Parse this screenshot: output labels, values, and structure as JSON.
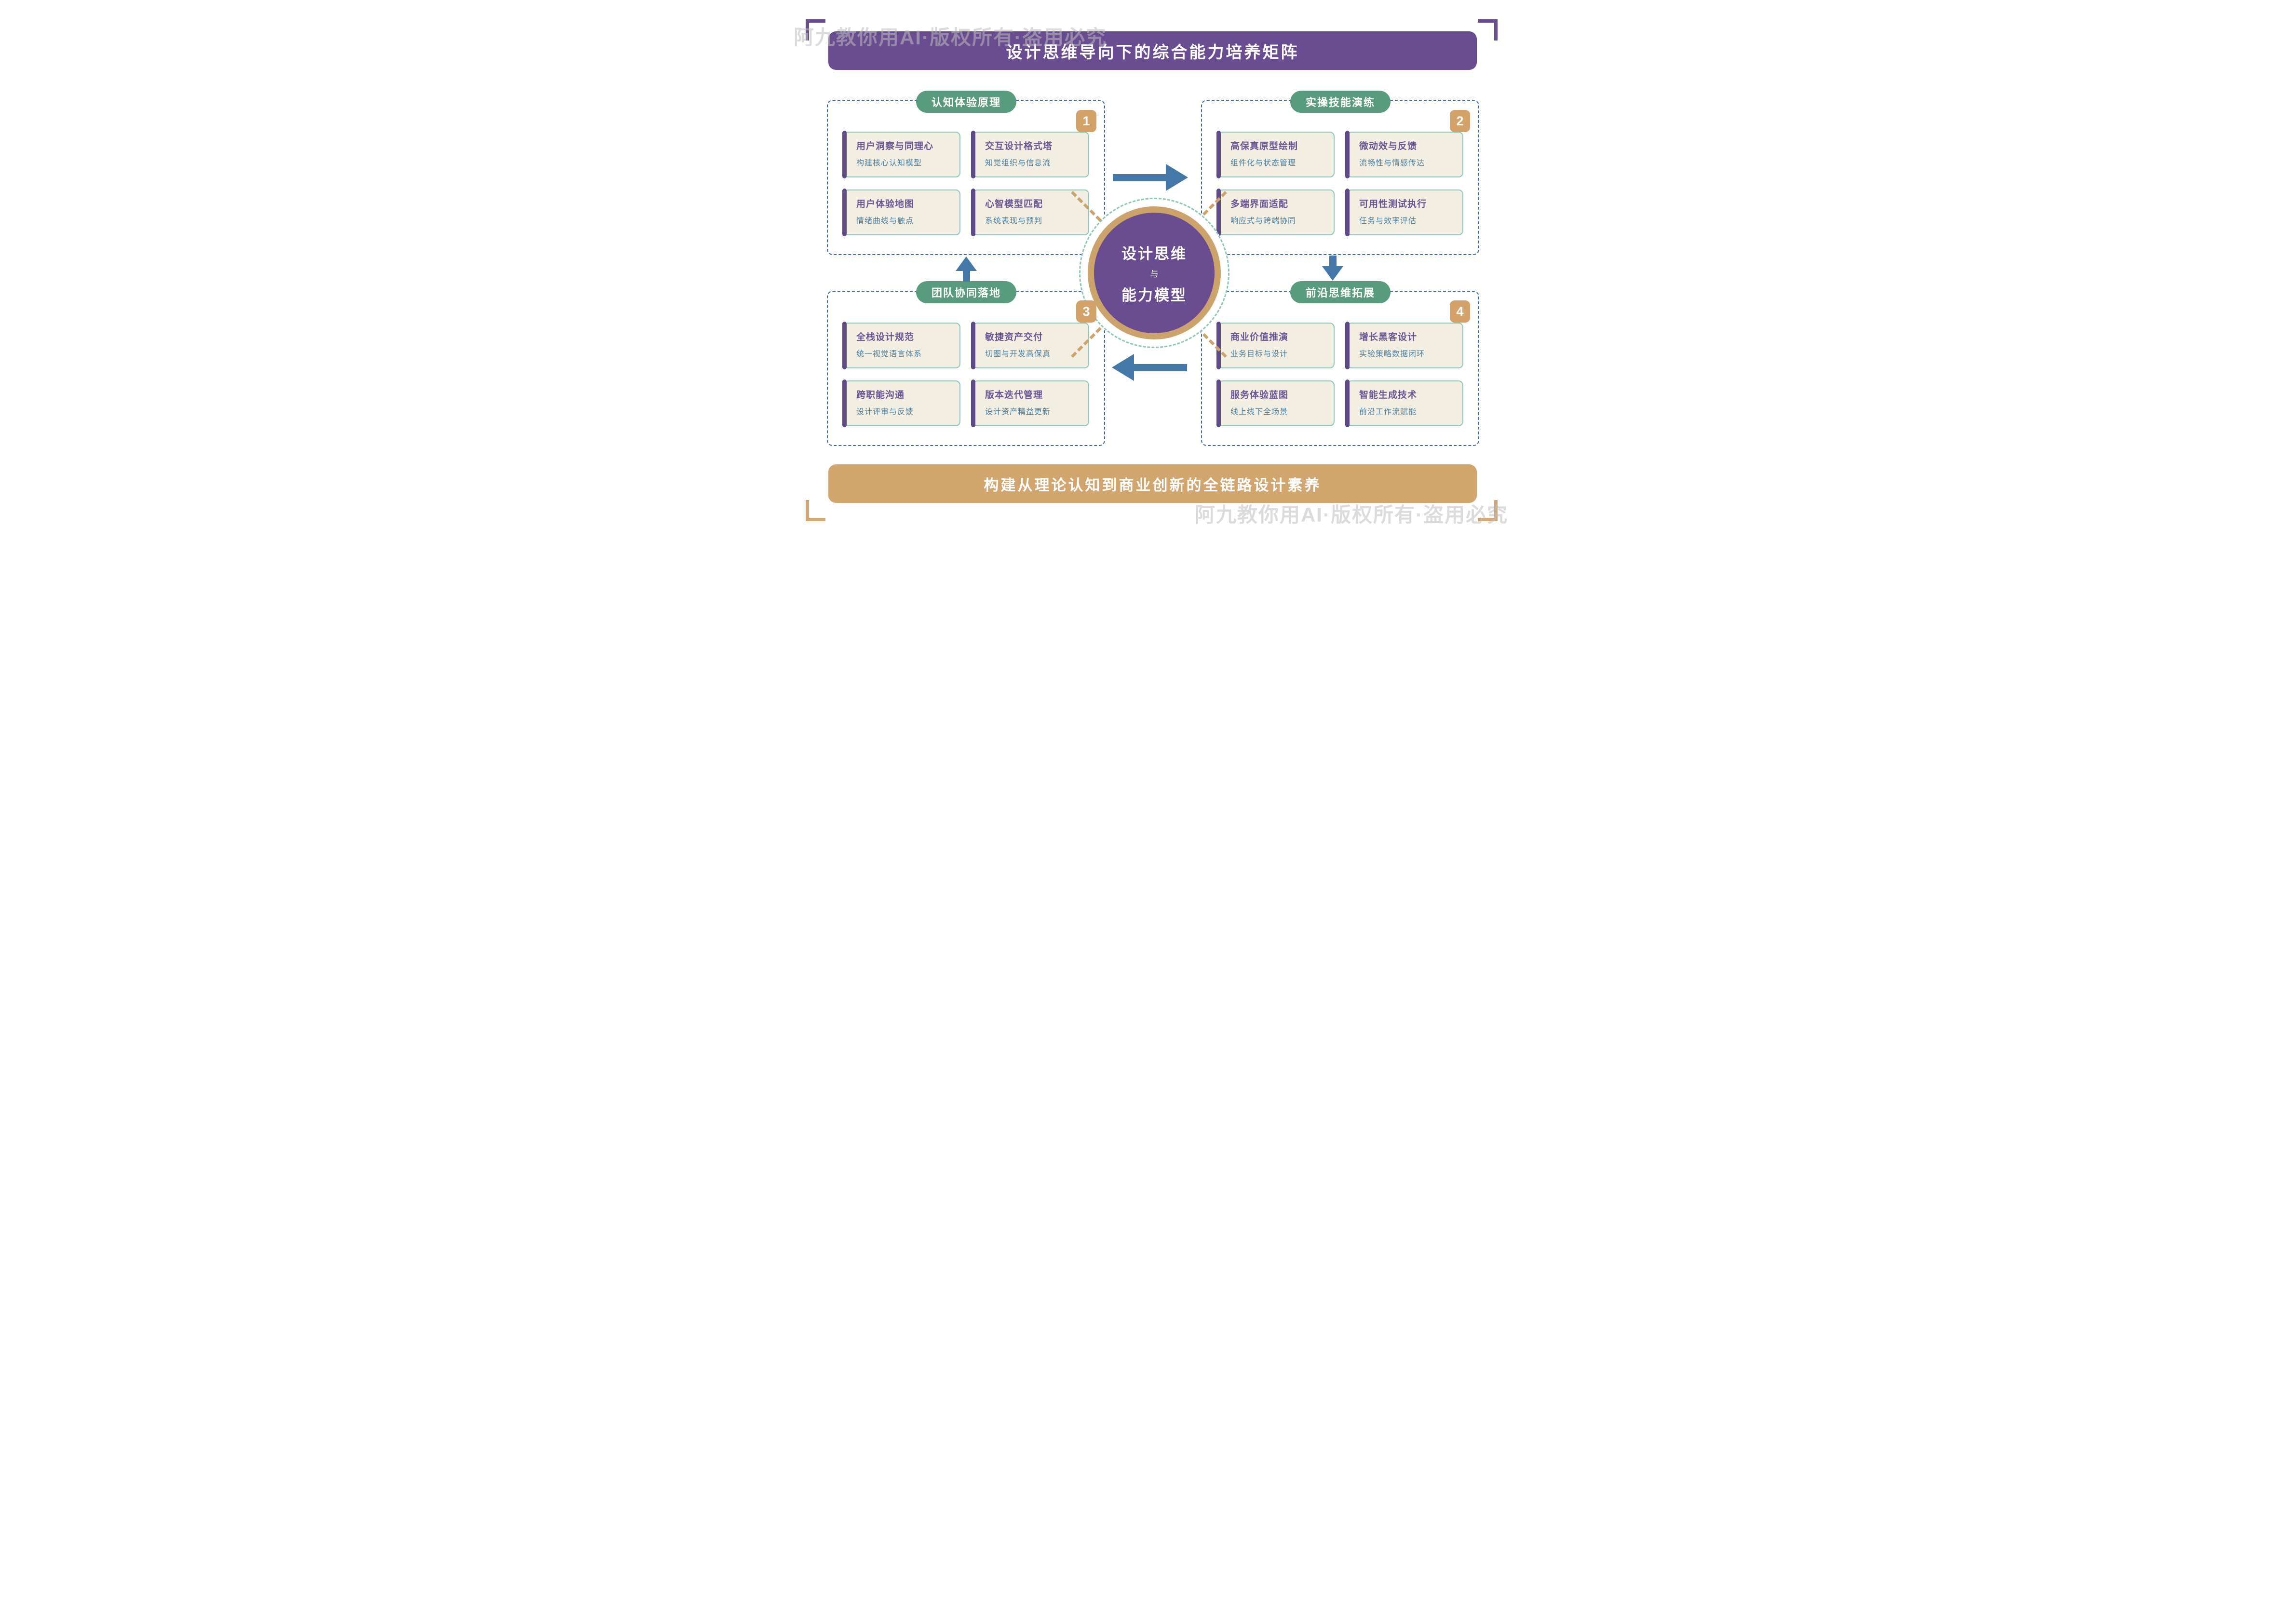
{
  "watermark": {
    "top_left": "阿九教你用AI·版权所有·盗用必究",
    "bottom_right": "阿九教你用AI·版权所有·盗用必究"
  },
  "header": {
    "title": "设计思维导向下的综合能力培养矩阵"
  },
  "footer": {
    "title": "构建从理论认知到商业创新的全链路设计素养"
  },
  "center": {
    "line1": "设计思维",
    "line2": "与",
    "line3": "能力模型"
  },
  "quadrants": [
    {
      "number": "1",
      "label": "认知体验原理",
      "cards": [
        {
          "title": "用户洞察与同理心",
          "subtitle": "构建核心认知模型"
        },
        {
          "title": "交互设计格式塔",
          "subtitle": "知觉组织与信息流"
        },
        {
          "title": "用户体验地图",
          "subtitle": "情绪曲线与触点"
        },
        {
          "title": "心智模型匹配",
          "subtitle": "系统表现与预判"
        }
      ]
    },
    {
      "number": "2",
      "label": "实操技能演练",
      "cards": [
        {
          "title": "高保真原型绘制",
          "subtitle": "组件化与状态管理"
        },
        {
          "title": "微动效与反馈",
          "subtitle": "流畅性与情感传达"
        },
        {
          "title": "多端界面适配",
          "subtitle": "响应式与跨端协同"
        },
        {
          "title": "可用性测试执行",
          "subtitle": "任务与效率评估"
        }
      ]
    },
    {
      "number": "3",
      "label": "团队协同落地",
      "cards": [
        {
          "title": "全栈设计规范",
          "subtitle": "统一视觉语言体系"
        },
        {
          "title": "敏捷资产交付",
          "subtitle": "切图与开发高保真"
        },
        {
          "title": "跨职能沟通",
          "subtitle": "设计评审与反馈"
        },
        {
          "title": "版本迭代管理",
          "subtitle": "设计资产精益更新"
        }
      ]
    },
    {
      "number": "4",
      "label": "前沿思维拓展",
      "cards": [
        {
          "title": "商业价值推演",
          "subtitle": "业务目标与设计"
        },
        {
          "title": "增长黑客设计",
          "subtitle": "实验策略数据闭环"
        },
        {
          "title": "服务体验蓝图",
          "subtitle": "线上线下全场景"
        },
        {
          "title": "智能生成技术",
          "subtitle": "前沿工作流赋能"
        }
      ]
    }
  ],
  "colors": {
    "purple": "#6a4c90",
    "purple_dark": "#5d4a87",
    "card_title_purple": "#6b5596",
    "subtitle_blue": "#4a7fa3",
    "green_pill": "#599b7e",
    "tan": "#d2a46e",
    "tan_badge": "#d2a269",
    "tan_ring": "#cda36c",
    "arrow_blue": "#4478a8",
    "dashed_border_blue": "#3e6d9c",
    "teal_border": "#8ec6bc",
    "card_bg": "#f2eee1",
    "watermark_gray": "#bebebe"
  }
}
